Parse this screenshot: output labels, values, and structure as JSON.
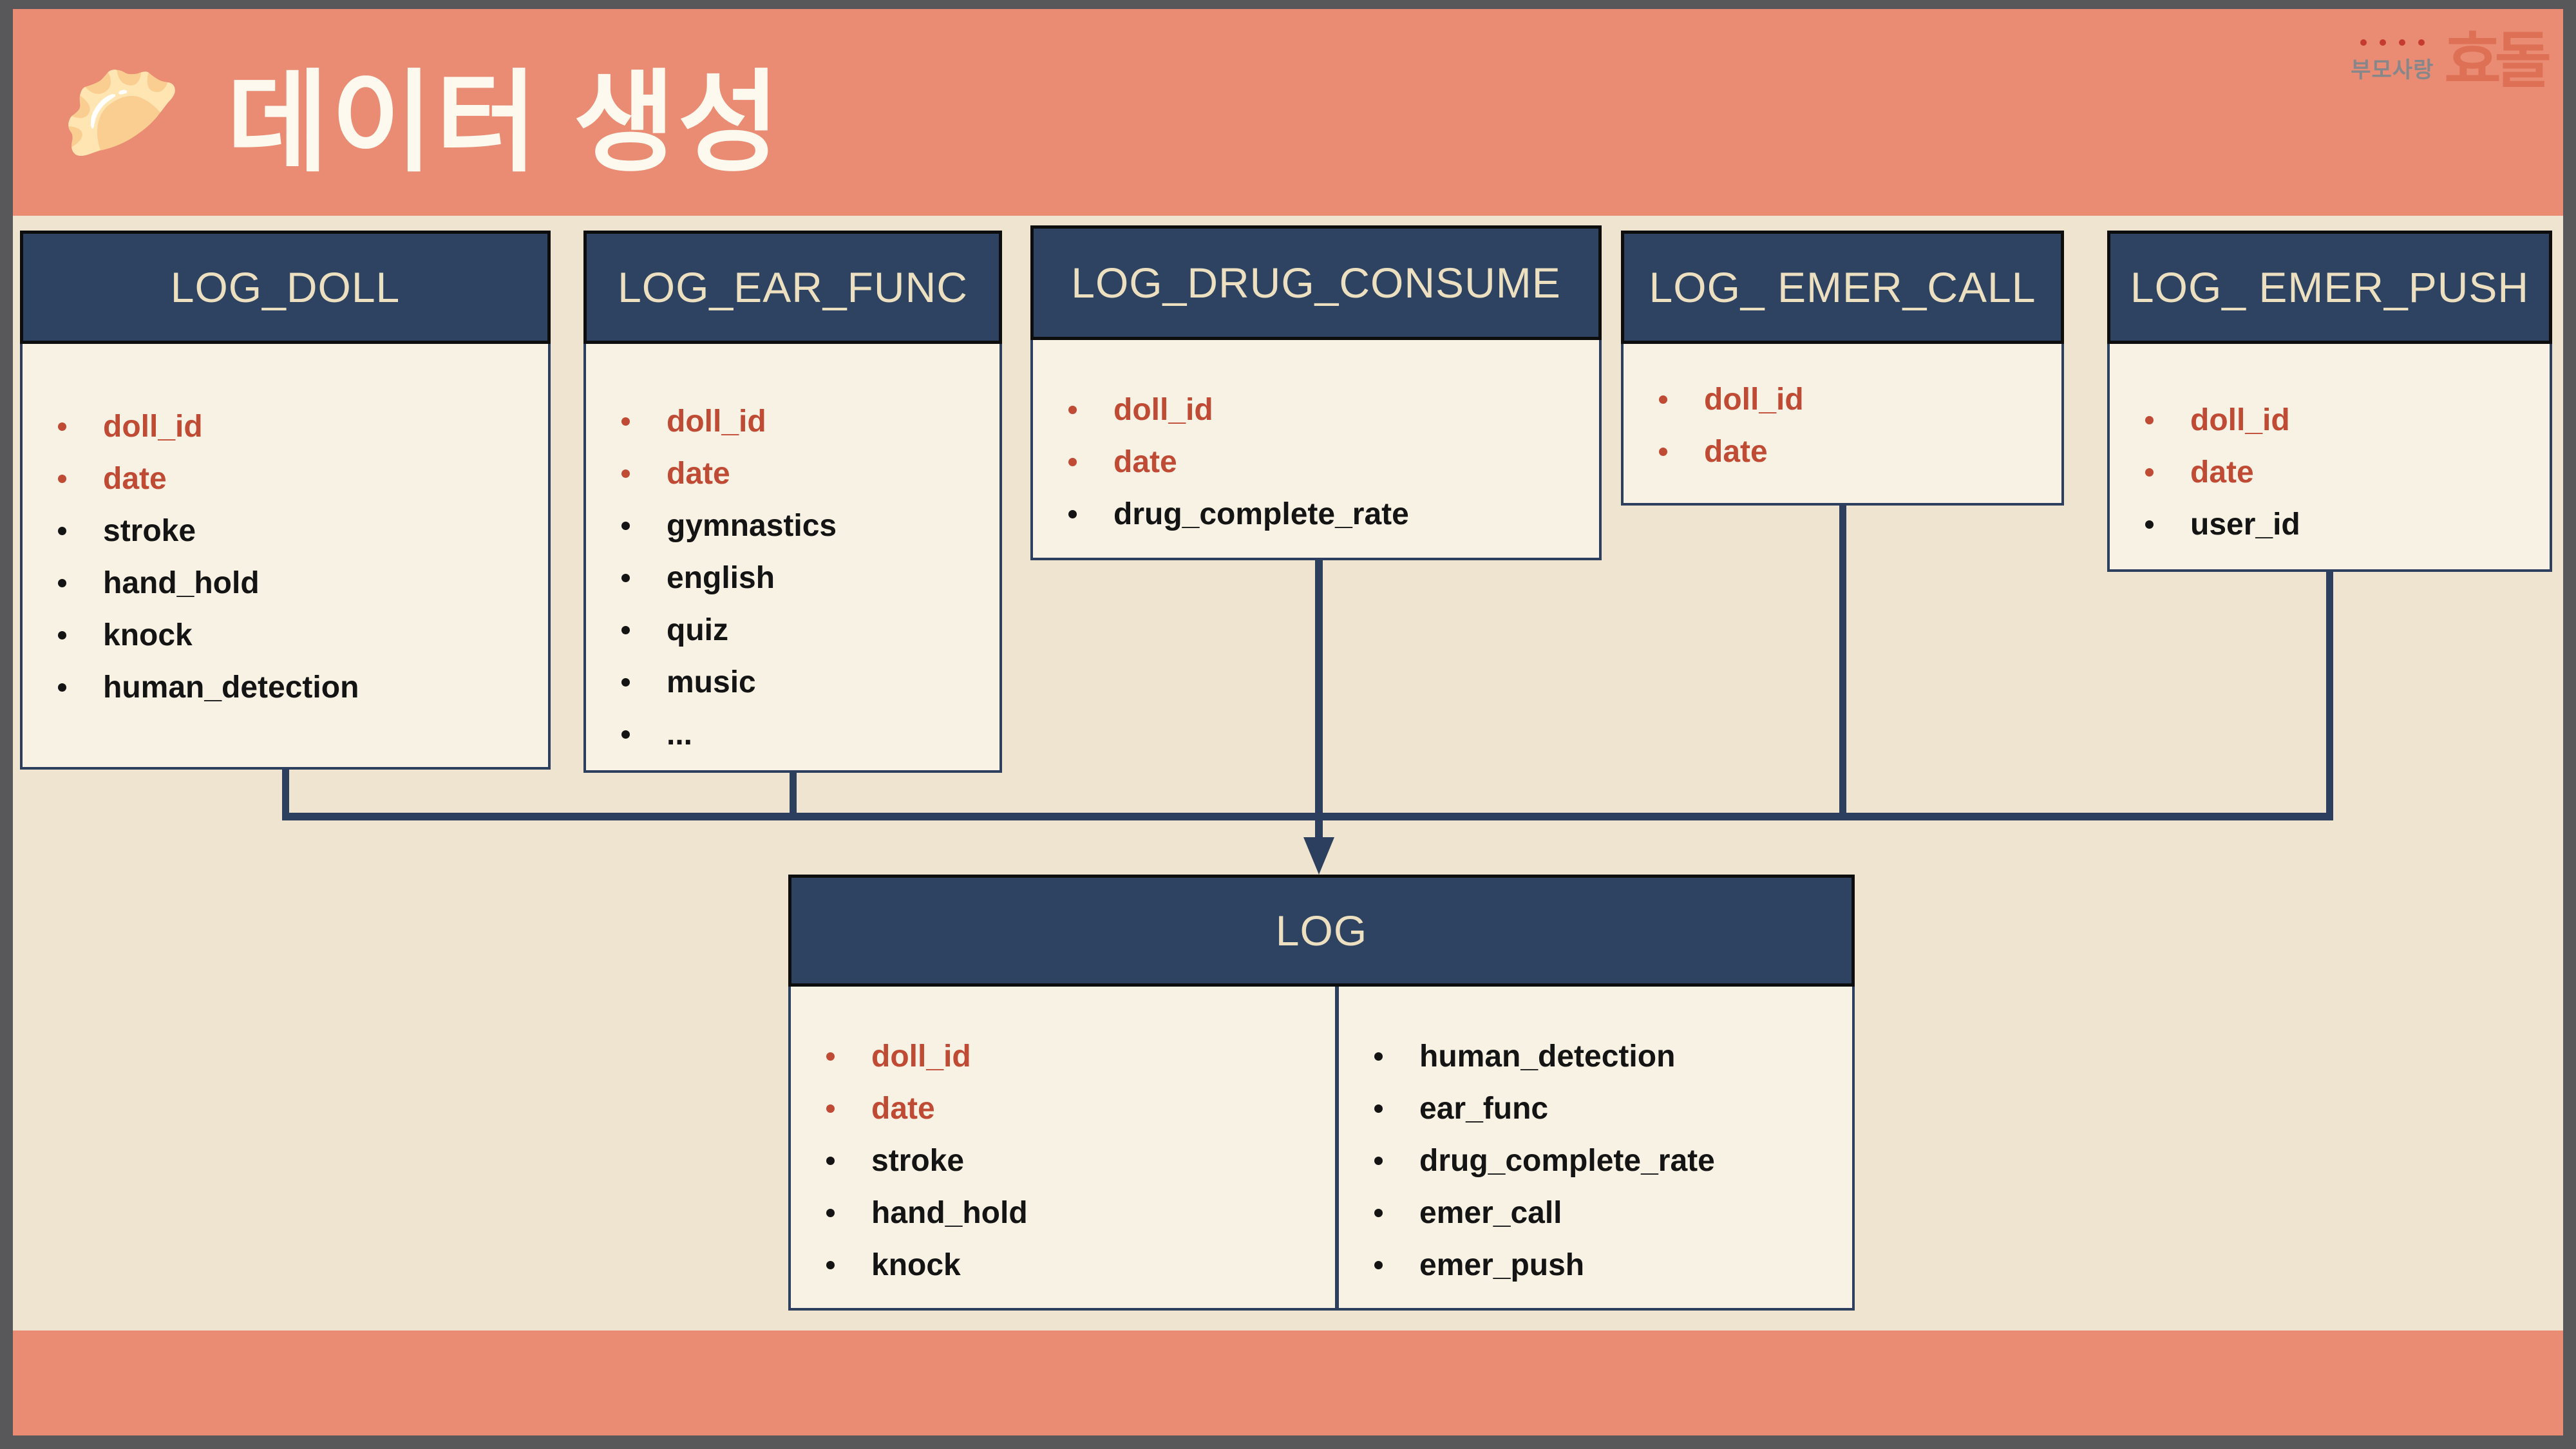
{
  "slide": {
    "title": "데이터 생성",
    "emoji": "🥟",
    "logo": {
      "subtitle": "부모사랑",
      "brand": "효돌"
    }
  },
  "tables": [
    {
      "id": "log-doll",
      "title": "LOG_DOLL",
      "fields": [
        {
          "label": "doll_id",
          "key": true
        },
        {
          "label": "date",
          "key": true
        },
        {
          "label": "stroke",
          "key": false
        },
        {
          "label": "hand_hold",
          "key": false
        },
        {
          "label": "knock",
          "key": false
        },
        {
          "label": "human_detection",
          "key": false
        }
      ]
    },
    {
      "id": "log-ear-func",
      "title": "LOG_EAR_FUNC",
      "fields": [
        {
          "label": "doll_id",
          "key": true
        },
        {
          "label": "date",
          "key": true
        },
        {
          "label": "gymnastics",
          "key": false
        },
        {
          "label": "english",
          "key": false
        },
        {
          "label": "quiz",
          "key": false
        },
        {
          "label": "music",
          "key": false
        },
        {
          "label": "...",
          "key": false
        }
      ]
    },
    {
      "id": "log-drug-consume",
      "title": "LOG_DRUG_CONSUME",
      "fields": [
        {
          "label": "doll_id",
          "key": true
        },
        {
          "label": "date",
          "key": true
        },
        {
          "label": "drug_complete_rate",
          "key": false
        }
      ]
    },
    {
      "id": "log-emer-call",
      "title": "LOG_ EMER_CALL",
      "fields": [
        {
          "label": "doll_id",
          "key": true
        },
        {
          "label": "date",
          "key": true
        }
      ]
    },
    {
      "id": "log-emer-push",
      "title": "LOG_ EMER_PUSH",
      "fields": [
        {
          "label": "doll_id",
          "key": true
        },
        {
          "label": "date",
          "key": true
        },
        {
          "label": "user_id",
          "key": false
        }
      ]
    }
  ],
  "log_table": {
    "title": "LOG",
    "left_fields": [
      {
        "label": "doll_id",
        "key": true
      },
      {
        "label": "date",
        "key": true
      },
      {
        "label": "stroke",
        "key": false
      },
      {
        "label": "hand_hold",
        "key": false
      },
      {
        "label": "knock",
        "key": false
      }
    ],
    "right_fields": [
      {
        "label": "human_detection",
        "key": false
      },
      {
        "label": "ear_func",
        "key": false
      },
      {
        "label": "drug_complete_rate",
        "key": false
      },
      {
        "label": "emer_call",
        "key": false
      },
      {
        "label": "emer_push",
        "key": false
      }
    ]
  },
  "colors": {
    "frame_gray": "#58585A",
    "banner_salmon": "#E98C73",
    "slide_beige": "#EFE4CF",
    "card_cream": "#F8F2E5",
    "header_navy": "#2E4362",
    "connector_navy": "#2C3F5E",
    "header_text_cream": "#EDE0C0",
    "key_red": "#C04B35",
    "field_black": "#141414",
    "title_white": "#FDF9EF",
    "logo_gray": "#85878A",
    "logo_brand_salmon": "#DE7056",
    "logo_dot_red": "#C53B2E"
  }
}
